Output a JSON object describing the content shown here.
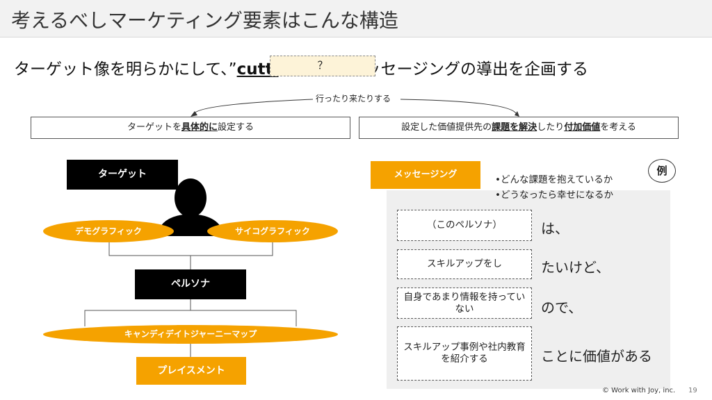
{
  "title": "考えるべしマーケティング要素はこんな構造",
  "subtitle": {
    "part1": "ターゲット像を明らかにして、”",
    "bold": "cutti",
    "part2": "ッセージングの導出を企画する"
  },
  "hidden_box": "？",
  "loop_label": "行ったり来たりする",
  "left_header": {
    "pre": "ターゲットを",
    "bold": "具体的に",
    "post": "設定する"
  },
  "right_header": {
    "pre": "設定した価値提供先の",
    "bold1": "課題を解決",
    "mid": "したり",
    "bold2": "付加価値",
    "post": "を考える"
  },
  "diagram": {
    "target": "ターゲット",
    "demographic": "デモグラフィック",
    "psychographic": "サイコグラフィック",
    "persona": "ペルソナ",
    "journey": "キャンディデイトジャーニーマップ",
    "placement": "プレイスメント"
  },
  "messaging": {
    "label": "メッセージング",
    "questions": [
      "•どんな課題を抱えているか",
      "•どうなったら幸せになるか"
    ],
    "example_badge": "例",
    "rows": [
      {
        "box": "（このペルソナ）",
        "text": "は、"
      },
      {
        "box": "スキルアップをし",
        "text": "たいけど、"
      },
      {
        "box": "自身であまり情報を持っていない",
        "text": "ので、"
      },
      {
        "box": "スキルアップ事例や社内教育を紹介する",
        "text": "ことに価値がある"
      }
    ]
  },
  "footer": "© Work with Joy, inc.",
  "page_number": "19"
}
